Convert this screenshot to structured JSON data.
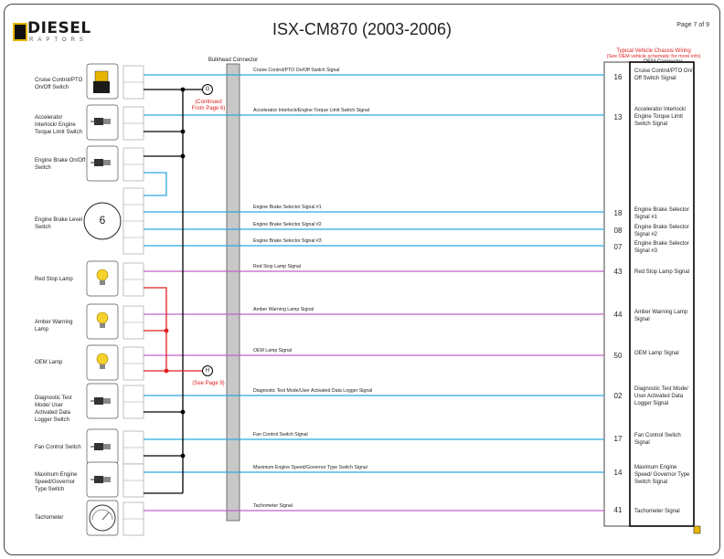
{
  "header": {
    "logo_main": "DIESEL",
    "logo_sub": "RAPTORS",
    "title": "ISX-CM870 (2003-2006)",
    "page": "Page 7 of 9"
  },
  "labels": {
    "bulkhead": "Bulkhead Connector",
    "oem_note_1": "Typical Vehicle Chassis Wiring",
    "oem_note_2": "(See OEM vehicle schematic for more info)",
    "oem_connector": "OEM Connector",
    "offpage_g": "G",
    "offpage_g_note_1": "(Continued",
    "offpage_g_note_2": "From Page 6)",
    "offpage_h": "H",
    "offpage_h_note": "(See Page 9)",
    "brake_level_value": "6"
  },
  "components": [
    {
      "name": "Cruise Control/PTO On/Off Switch",
      "icon": "rocker-switch-icon"
    },
    {
      "name": "Accelerator Interlock/ Engine Torque Limit Switch",
      "icon": "toggle-switch-icon"
    },
    {
      "name": "Engine Brake On/Off Switch",
      "icon": "toggle-switch-icon"
    },
    {
      "name": "Engine Brake Level Switch",
      "icon": "rotary-selector-icon"
    },
    {
      "name": "Red Stop Lamp",
      "icon": "lamp-icon"
    },
    {
      "name": "Amber Warning Lamp",
      "icon": "lamp-icon"
    },
    {
      "name": "OEM Lamp",
      "icon": "lamp-icon"
    },
    {
      "name": "Diagnostic Test Mode/ User Activated Data Logger Switch",
      "icon": "toggle-switch-icon"
    },
    {
      "name": "Fan Control Switch",
      "icon": "toggle-switch-icon"
    },
    {
      "name": "Maximum Engine Speed/Governor Type Switch",
      "icon": "toggle-switch-icon"
    },
    {
      "name": "Tachometer",
      "icon": "gauge-icon"
    }
  ],
  "signals": [
    {
      "label": "Cruise Control/PTO On/Off Switch Signal",
      "pin": "16",
      "oem": "Cruise Control/PTO On/ Off Switch Signal",
      "color": "#2aa9e0"
    },
    {
      "label": "Accelerator Interlock/Engine Torque Limit Switch Signal",
      "pin": "13",
      "oem": "Accelerator Interlock/ Engine Torque Limit Switch Signal",
      "color": "#2aa9e0"
    },
    {
      "label": "Engine Brake Selector Signal #1",
      "pin": "18",
      "oem": "Engine Brake Selector Signal #1",
      "color": "#2aa9e0"
    },
    {
      "label": "Engine Brake Selector Signal #2",
      "pin": "08",
      "oem": "Engine Brake Selector Signal #2",
      "color": "#2aa9e0"
    },
    {
      "label": "Engine Brake Selector Signal #3",
      "pin": "07",
      "oem": "Engine Brake Selector Signal #3",
      "color": "#2aa9e0"
    },
    {
      "label": "Red Stop Lamp Signal",
      "pin": "43",
      "oem": "Red Stop Lamp Signal",
      "color": "#c060c8"
    },
    {
      "label": "Amber Warning Lamp Signal",
      "pin": "44",
      "oem": "Amber Warning Lamp Signal",
      "color": "#c060c8"
    },
    {
      "label": "OEM Lamp Signal",
      "pin": "50",
      "oem": "OEM Lamp Signal",
      "color": "#c060c8"
    },
    {
      "label": "Diagnostic Test Mode/User Activated Data Logger Signal",
      "pin": "02",
      "oem": "Diagnostic Test Mode/ User Activated Data Logger Signal",
      "color": "#2aa9e0"
    },
    {
      "label": "Fan Control Switch Signal",
      "pin": "17",
      "oem": "Fan Control Switch Signal",
      "color": "#2aa9e0"
    },
    {
      "label": "Maximum Engine Speed/Governor Type Switch Signal",
      "pin": "14",
      "oem": "Maximum Engine Speed/ Governor Type Switch Signal",
      "color": "#2aa9e0"
    },
    {
      "label": "Tachometer Signal",
      "pin": "41",
      "oem": "Tachometer Signal",
      "color": "#c060c8"
    }
  ],
  "wire_colors": {
    "signal": "#2aa9e0",
    "lamp": "#c060c8",
    "power": "#e02020",
    "ground": "#000000"
  }
}
